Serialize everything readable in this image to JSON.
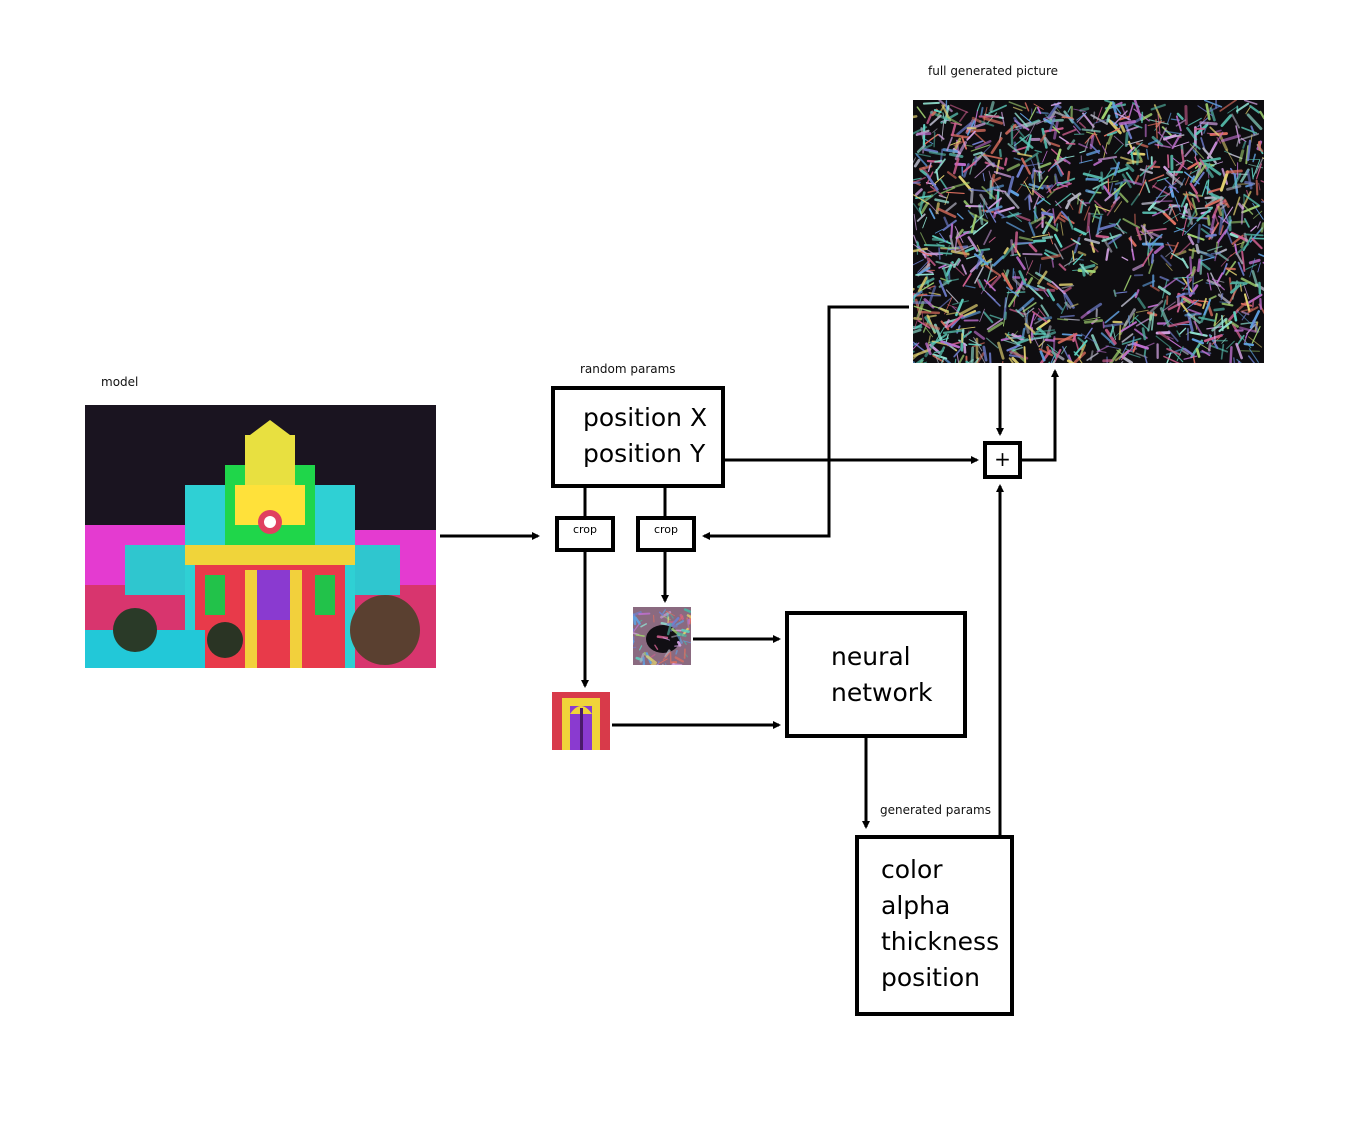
{
  "labels": {
    "model": "model",
    "random_params": "random params",
    "full_generated_picture": "full generated picture",
    "generated_params": "generated params"
  },
  "random_params_box": {
    "text": "position X\nposition Y"
  },
  "crop_left": {
    "label": "crop"
  },
  "crop_right": {
    "label": "crop"
  },
  "neural_network_box": {
    "text": "neural\nnetwork"
  },
  "generated_params_box": {
    "text": "color\nalpha\nthickness\nposition"
  },
  "plus_node": {
    "symbol": "+"
  },
  "colors": {
    "line": "#000000",
    "background": "#ffffff",
    "night_sky": "#1a1420",
    "canvas_dark": "#0e0d10"
  }
}
